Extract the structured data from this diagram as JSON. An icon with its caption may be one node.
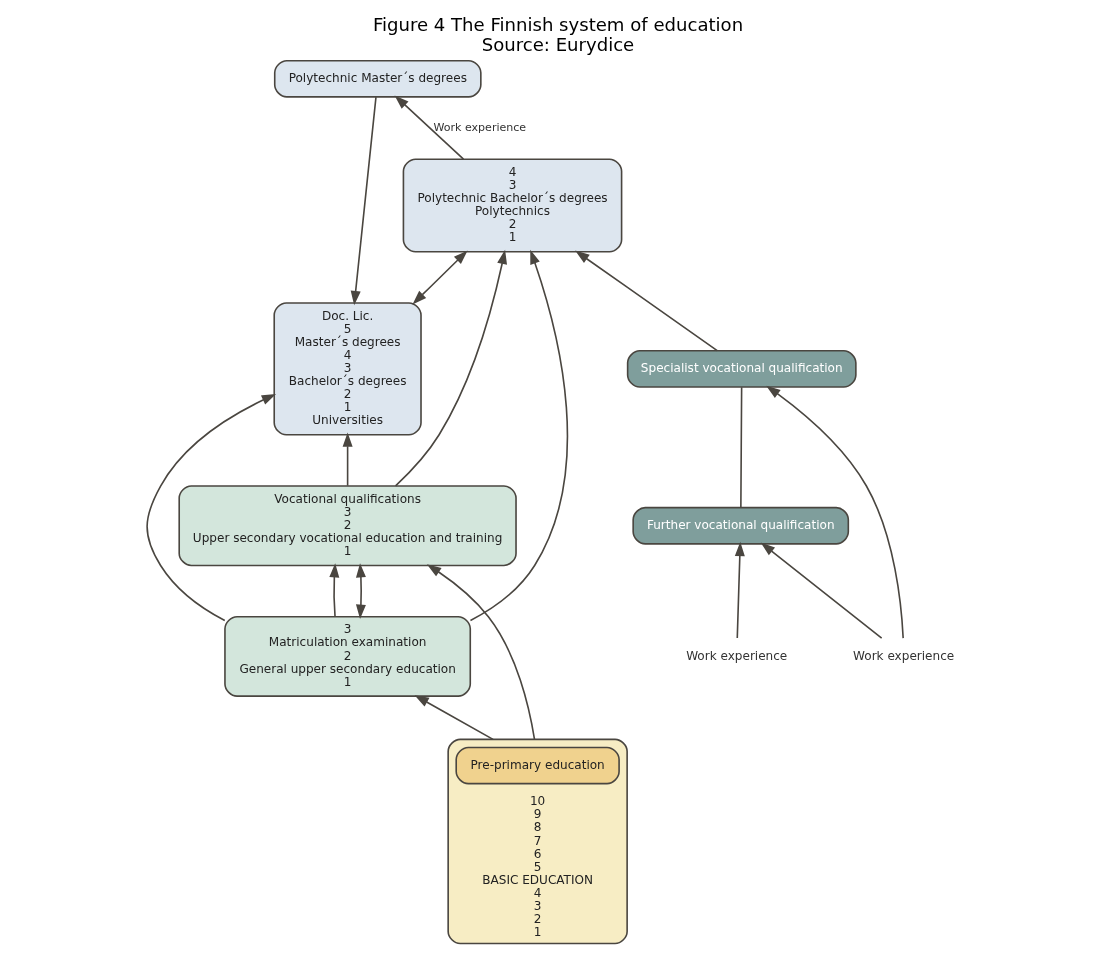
{
  "diagram": {
    "title": "Figure 4 The Finnish system of education",
    "caption": "Source: Eurydice",
    "nodes": [
      {
        "text": [
          "Doc. Lic.",
          "5",
          "Master´s degrees",
          "4",
          "3",
          "Bachelor´s degrees",
          "2",
          "1",
          "Universities"
        ]
      },
      {
        "text": [
          "Polytechnic Master´s degrees"
        ]
      },
      {
        "text": [
          "4",
          "3",
          "Polytechnic Bachelor´s degrees",
          "Polytechnics",
          "2",
          "1"
        ]
      },
      {
        "text": [
          "Specialist vocational qualification"
        ]
      },
      {
        "text": [
          "Further vocational qualification"
        ]
      },
      {
        "text": [
          "3",
          "Matriculation examination",
          "2",
          "General upper secondary education",
          "1"
        ]
      },
      {
        "text": [
          "Vocational qualifications",
          "3",
          "2",
          "Upper secondary vocational education and training",
          "1"
        ]
      },
      {
        "text": [
          "10",
          "9",
          "8",
          "7",
          "6",
          "5",
          "BASIC EDUCATION",
          "4",
          "3",
          "2",
          "1"
        ]
      },
      {
        "text": [
          "Pre-primary education"
        ],
        "in": 7
      },
      {
        "text": [
          "Work experience"
        ]
      },
      {
        "text": [
          "Work experience"
        ]
      }
    ],
    "edges": [
      {
        "from": 1,
        "to": 0,
        "arrow": "to"
      },
      {
        "from": 2,
        "to": 1,
        "arrow": "to",
        "label": "Work experience"
      },
      {
        "from": 0,
        "to": 2,
        "arrow": "both"
      },
      {
        "from": 3,
        "to": 2,
        "arrow": "to"
      },
      {
        "from": 4,
        "to": 3,
        "arrow": "none"
      },
      {
        "from": 9,
        "to": 3,
        "arrow": "to"
      },
      {
        "from": 9,
        "to": 4,
        "arrow": "to"
      },
      {
        "from": 10,
        "to": 4,
        "arrow": "to"
      },
      {
        "from": 5,
        "to": 0,
        "arrow": "to"
      },
      {
        "from": 5,
        "to": 2,
        "arrow": "to"
      },
      {
        "from": 6,
        "to": 0,
        "arrow": "to"
      },
      {
        "from": 6,
        "to": 2,
        "arrow": "to"
      },
      {
        "from": 5,
        "to": 6,
        "arrow": "to"
      },
      {
        "from": 5,
        "to": 6,
        "arrow": "both"
      },
      {
        "from": 7,
        "to": 5,
        "arrow": "to"
      },
      {
        "from": 7,
        "to": 6,
        "arrow": "to"
      }
    ]
  }
}
